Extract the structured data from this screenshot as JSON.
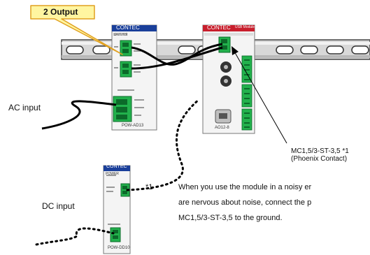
{
  "callout": {
    "text": "2 Output",
    "fill": "#fff5a0",
    "border": "#e0a020"
  },
  "labels": {
    "ac_input": "AC input",
    "dc_input": "DC input"
  },
  "connector": {
    "part": "MC1,5/3-ST-3,5 *1",
    "maker": "(Phoenix Contact)"
  },
  "note": {
    "marker": "*1",
    "line1": "When you use the module in a noisy er",
    "line2": "are nervous about noise, connect the p",
    "line3": "MC1,5/3-ST-3,5 to the ground."
  },
  "devices": {
    "ac_psu": {
      "brand": "CONTEC",
      "model": "POW-AD13",
      "header": "POWER"
    },
    "module": {
      "brand": "CONTEC",
      "model": "AO12-8",
      "header": "USB Module"
    },
    "dc_psu": {
      "brand": "CONTEC",
      "model": "POW-DD10",
      "header": "POWER"
    }
  },
  "colors": {
    "connector_green": "#22b14c",
    "panel_blue": "#1a3f9a",
    "module_red": "#c81e2c"
  }
}
